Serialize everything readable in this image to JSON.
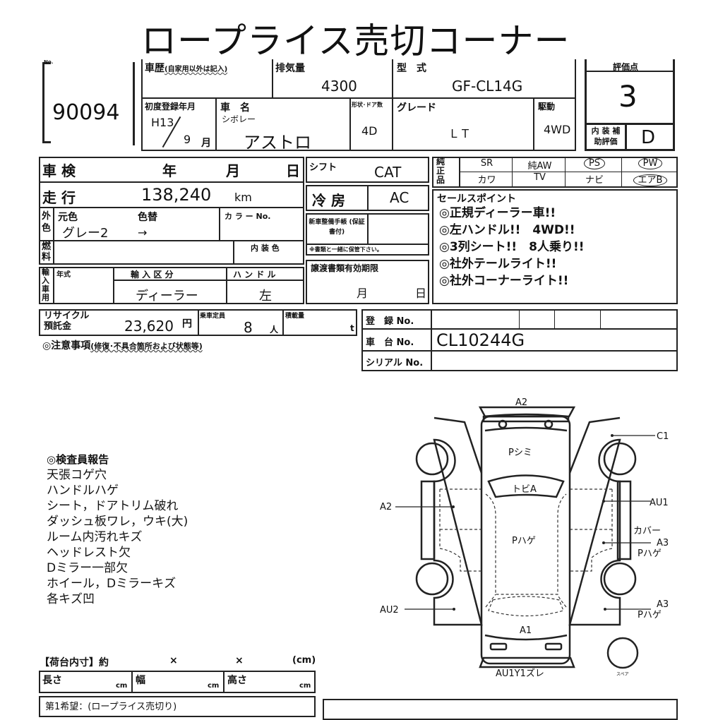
{
  "title": "ロープライス売切コーナー",
  "lot": {
    "no_label": "No.",
    "number": "90094"
  },
  "header": {
    "history_label": "車歴",
    "history_note": "(自家用以外は記入)",
    "displacement_label": "排気量",
    "displacement": "4300",
    "model_label": "型　式",
    "model": "GF-CL14G",
    "first_reg_label": "初度登録年月",
    "first_reg_year": "H13",
    "first_reg_month": "9",
    "month_unit": "月",
    "name_label": "車　名",
    "maker": "シボレー",
    "name": "アストロ",
    "doors_label": "形状･ドア数",
    "doors": "4D",
    "grade_label": "グレード",
    "grade": "ＬＴ",
    "drive_label": "駆動",
    "drive": "4WD"
  },
  "score": {
    "label": "評価点",
    "value": "3",
    "interior_label": "内 装 補助評価",
    "interior": "D"
  },
  "inspection": {
    "label": "車 検",
    "year": "年",
    "month": "月",
    "day": "日"
  },
  "mileage": {
    "label": "走 行",
    "value": "138,240",
    "unit": "km"
  },
  "color": {
    "label": "外色",
    "orig_label": "元色",
    "change_label": "色替",
    "orig": "グレー2",
    "arrow": "→",
    "color_no_label": "カ ラ ー No.",
    "fuel_label": "燃料",
    "interior_color_label": "内 装 色"
  },
  "import": {
    "label": "輸入車用",
    "year_label": "年式",
    "type_label": "輸 入 区 分",
    "type": "ディーラー",
    "handle_label": "ハ ン ド ル",
    "handle": "左"
  },
  "shift": {
    "label": "シフト",
    "value": "CAT"
  },
  "ac": {
    "label": "冷 房",
    "value": "AC"
  },
  "manual": {
    "label": "新車整備手帳 (保証書付)",
    "note": "※書類と一緒に保管下さい。"
  },
  "transfer": {
    "label": "譲渡書類有効期限",
    "month": "月",
    "day": "日"
  },
  "genuine": {
    "label": "純正品",
    "items": [
      "SR",
      "純AW",
      "PS",
      "PW",
      "カワ",
      "TV",
      "ナビ",
      "エアB"
    ]
  },
  "sales": {
    "label": "セールスポイント",
    "points": [
      "◎正規ディーラー車!!",
      "◎左ハンドル!!　4WD!!",
      "◎3列シート!!　8人乗り!!",
      "◎社外テールライト!!",
      "◎社外コーナーライト!!"
    ]
  },
  "recycle": {
    "label": "リサイクル 預託金",
    "value": "23,620",
    "unit": "円",
    "capacity_label": "乗車定員",
    "capacity": "8",
    "capacity_unit": "人",
    "load_label": "積載量",
    "load_unit": "t"
  },
  "caution": {
    "label": "◎注意事項",
    "note": "(修復･不具合箇所および状態等)"
  },
  "registration": {
    "reg_label": "登　録 No.",
    "chassis_label": "車　台 No.",
    "chassis": "CL10244G",
    "serial_label": "シリアル No."
  },
  "report": {
    "title": "◎検査員報告",
    "lines": [
      "天張コゲ穴",
      "ハンドルハゲ",
      "シート，ドアトリム破れ",
      "ダッシュ板ワレ，ウキ(大)",
      "ルーム内汚れキズ",
      "ヘッドレスト欠",
      "Dミラー一部欠",
      "ホイール，Dミラーキズ",
      "各キズ凹"
    ]
  },
  "diagram": {
    "top": "A2",
    "c1": "C1",
    "au1": "AU1",
    "cover": "カバー",
    "a3a": "A3",
    "phage_a": "Pハゲ",
    "a3b": "A3",
    "phage_b": "Pハゲ",
    "left_a2": "A2",
    "au2": "AU2",
    "pshimi": "Pシミ",
    "tobi": "トビA",
    "phage_c": "Pハゲ",
    "a1": "A1",
    "bottom": "AU1Y1ズレ",
    "spare": "スペア"
  },
  "cargo": {
    "label": "【荷台内寸】約",
    "x1": "×",
    "x2": "×",
    "unit": "(cm)",
    "length": "長さ",
    "width": "幅",
    "height": "高さ",
    "cm": "cm"
  },
  "wish": {
    "label": "第1希望：(ロープライス売切り)"
  }
}
